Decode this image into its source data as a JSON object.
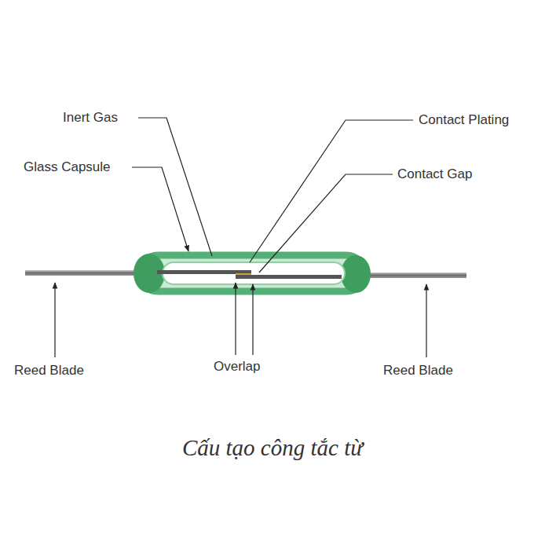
{
  "diagram": {
    "caption": "Cấu tạo công tắc từ",
    "labels": [
      "Inert Gas",
      "Contact Plating",
      "Glass Capsule",
      "Contact Gap",
      "Reed Blade",
      "Overlap",
      "Reed Blade"
    ]
  }
}
